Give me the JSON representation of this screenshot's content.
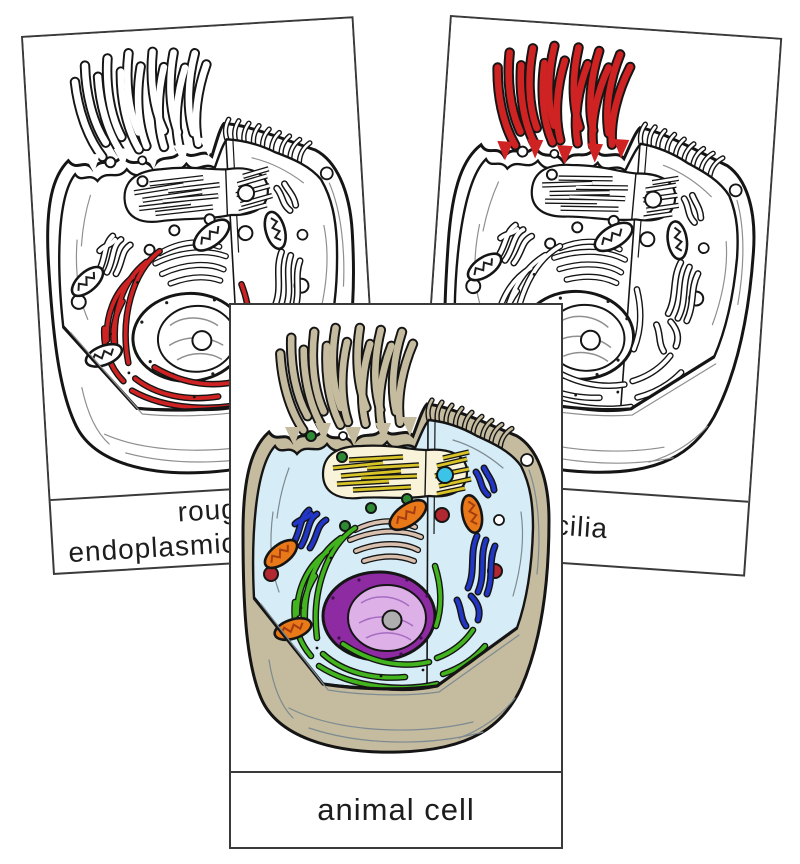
{
  "cards": [
    {
      "name": "rough-endoplasmic-reticulum-card",
      "style": "outline-with-highlight",
      "highlighted_organelle": "rough endoplasmic reticulum",
      "label_lines": [
        "rough",
        "endoplasmic reticulum"
      ]
    },
    {
      "name": "cilia-card",
      "style": "outline-with-highlight",
      "highlighted_organelle": "cilia",
      "label_lines": [
        "cilia"
      ]
    },
    {
      "name": "animal-cell-card",
      "style": "full-color",
      "label_lines": [
        "animal cell"
      ]
    }
  ],
  "palette": {
    "card_border": "#3a3a3a",
    "highlight_red": "#cf2323",
    "membrane_tan": "#c5bb9f",
    "cytoplasm_blue": "#d6ecf6",
    "centrosome_cream": "#f8f3d9",
    "centriole_yellow": "#d9c427",
    "golgi_tan": "#d8bfae",
    "nucleus_purple": "#8e2ba2",
    "nucleoplasm_pink": "#ddb0e8",
    "nucleoplasm_lines": "#a66cc0",
    "nucleus_dot": "#43104f",
    "nucleolus_gray": "#aeaeae",
    "rough_er_green": "#42b51e",
    "smooth_er_blue": "#2136c6",
    "mitochondria_orange": "#e87818",
    "mitochondria_inner": "#a33c12",
    "ribosome_green": "#2e8b34",
    "vesicle_red": "#b12830",
    "lysosome_cyan": "#3cc4e8"
  }
}
